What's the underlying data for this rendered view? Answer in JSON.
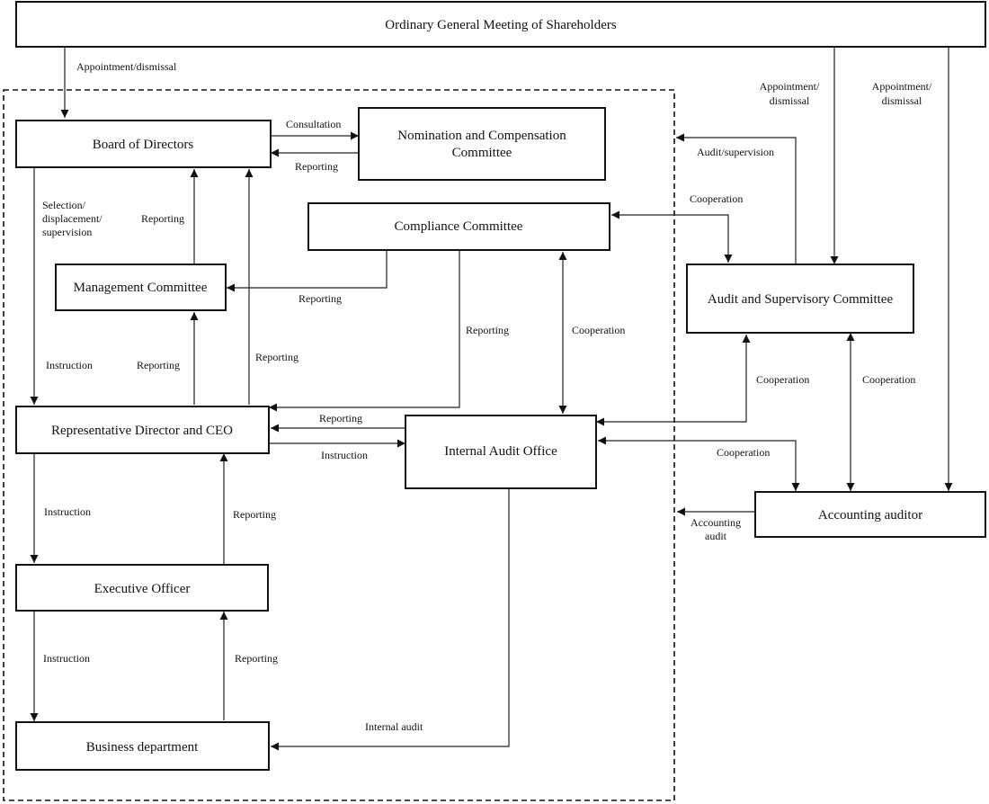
{
  "boxes": {
    "shareholders": "Ordinary General Meeting of Shareholders",
    "board": "Board of Directors",
    "nomination": [
      "Nomination and Compensation",
      "Committee"
    ],
    "compliance": "Compliance Committee",
    "management": "Management Committee",
    "audit_committee": "Audit and Supervisory Committee",
    "ceo": "Representative Director and CEO",
    "internal_audit": "Internal Audit Office",
    "accounting_auditor": "Accounting auditor",
    "executive": "Executive Officer",
    "business": "Business department"
  },
  "labels": {
    "appointment_board": "Appointment/dismissal",
    "appointment_audit": [
      "Appointment/",
      "dismissal"
    ],
    "appointment_accounting": [
      "Appointment/",
      "dismissal"
    ],
    "consultation": "Consultation",
    "reporting_nomination": "Reporting",
    "audit_supervision": "Audit/supervision",
    "cooperation_compliance_audit": "Cooperation",
    "selection": [
      "Selection/",
      "displacement/",
      "supervision"
    ],
    "reporting_mgmt_board": "Reporting",
    "reporting_compliance_mgmt": "Reporting",
    "reporting_compliance_ceo": "Reporting",
    "cooperation_compliance_internal": "Cooperation",
    "instruction_board_ceo": "Instruction",
    "reporting_ceo_mgmt": "Reporting",
    "reporting_ceo_board": "Reporting",
    "cooperation_auditcommittee_internal": "Cooperation",
    "cooperation_auditcommittee_accounting": "Cooperation",
    "reporting_internal_ceo": "Reporting",
    "instruction_ceo_internal": "Instruction",
    "cooperation_internal_accounting": "Cooperation",
    "accounting_audit": [
      "Accounting",
      "audit"
    ],
    "instruction_ceo_exec": "Instruction",
    "reporting_exec_ceo": "Reporting",
    "instruction_exec_business": "Instruction",
    "reporting_business_exec": "Reporting",
    "internal_audit_label": "Internal audit"
  }
}
